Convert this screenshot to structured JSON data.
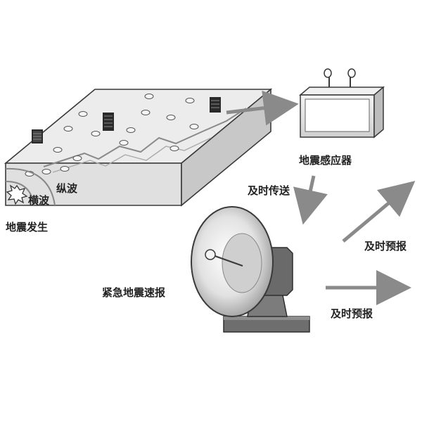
{
  "labels": {
    "longitudinal_wave": "纵波",
    "transverse_wave": "横波",
    "earthquake_occurs": "地震发生",
    "seismic_sensor": "地震感应器",
    "timely_transmit": "及时传送",
    "timely_forecast_upper": "及时预报",
    "timely_forecast_lower": "及时预报",
    "emergency_bulletin": "紧急地震速报"
  },
  "colors": {
    "outline": "#3a3a3a",
    "arrow": "#8a8a8a",
    "block_top": "#e8e8e8",
    "block_front": "#dcdcdc",
    "block_side": "#c4c4c4",
    "base": "#6e6e6e",
    "dish": "#d8d8d8"
  },
  "icons": {
    "epicenter": "burst-icon",
    "sensor": "sensor-box-icon",
    "antenna": "antenna-icon",
    "dish": "satellite-dish-icon"
  }
}
